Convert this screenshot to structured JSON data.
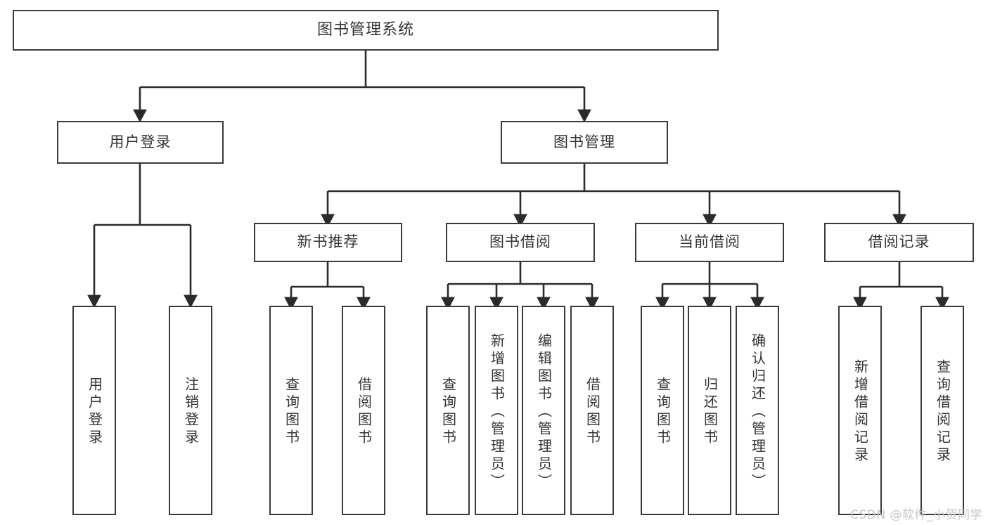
{
  "diagram": {
    "title": "图书管理系统",
    "type": "hierarchy-tree",
    "colors": {
      "box_border": "#3a3a3a",
      "box_fill": "#ffffff",
      "text": "#333333",
      "connector": "#2b2b2b",
      "watermark": "#c6c6c6"
    },
    "root": {
      "label": "图书管理系统"
    },
    "level2": [
      {
        "id": "user-login",
        "label": "用户登录"
      },
      {
        "id": "book-manage",
        "label": "图书管理"
      }
    ],
    "level3": [
      {
        "id": "new-book-recommend",
        "label": "新书推荐",
        "parent": "book-manage"
      },
      {
        "id": "book-borrow",
        "label": "图书借阅",
        "parent": "book-manage"
      },
      {
        "id": "current-borrow",
        "label": "当前借阅",
        "parent": "book-manage"
      },
      {
        "id": "borrow-record",
        "label": "借阅记录",
        "parent": "book-manage"
      }
    ],
    "leaves": {
      "user_login": [
        {
          "id": "leaf-user-login",
          "label": "用户登录"
        },
        {
          "id": "leaf-logout",
          "label": "注销登录"
        }
      ],
      "new_book_recommend": [
        {
          "id": "leaf-query-book-1",
          "label": "查询图书"
        },
        {
          "id": "leaf-borrow-book-1",
          "label": "借阅图书"
        }
      ],
      "book_borrow": [
        {
          "id": "leaf-query-book-2",
          "label": "查询图书"
        },
        {
          "id": "leaf-add-book",
          "label": "新增图书（管理员）"
        },
        {
          "id": "leaf-edit-book",
          "label": "编辑图书（管理员）"
        },
        {
          "id": "leaf-borrow-book-2",
          "label": "借阅图书"
        }
      ],
      "current_borrow": [
        {
          "id": "leaf-query-book-3",
          "label": "查询图书"
        },
        {
          "id": "leaf-return-book",
          "label": "归还图书"
        },
        {
          "id": "leaf-confirm-return",
          "label": "确认归还（管理员）"
        }
      ],
      "borrow_record": [
        {
          "id": "leaf-add-record",
          "label": "新增借阅记录"
        },
        {
          "id": "leaf-query-record",
          "label": "查询借阅记录"
        }
      ]
    }
  },
  "watermark": {
    "text": "CSDN @软件_小贺同学"
  }
}
